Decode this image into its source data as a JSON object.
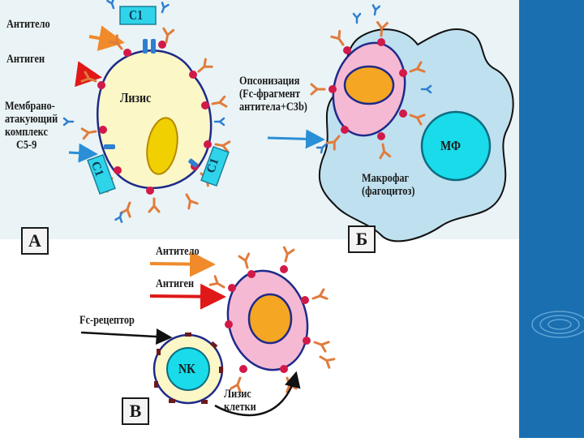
{
  "panel_a": {
    "letter": "А",
    "antibody_label": "Антитело",
    "antigen_label": "Антиген",
    "mac_label_lines": [
      "Мембрано-",
      "атакующий",
      "комплекс",
      "С5-9"
    ],
    "lysis_label": "Лизис",
    "c1_label": "C1"
  },
  "panel_b": {
    "letter": "Б",
    "opsonization_lines": [
      "Опсонизация",
      "(Fc-фрагмент",
      "антитела+С3b)"
    ],
    "macrophage_lines": [
      "Макрофаг",
      "(фагоцитоз)"
    ],
    "mf_label": "МФ"
  },
  "panel_c": {
    "letter": "В",
    "antibody_label": "Антитело",
    "antigen_label": "Антиген",
    "fc_receptor_label": "Fc-рецептор",
    "nk_label": "NK",
    "cell_lysis_lines": [
      "Лизис",
      "клетки"
    ]
  },
  "colors": {
    "background_band": "#eaf3f5",
    "right_panel": "#1a6fb0",
    "cell_a": "#fbf7c6",
    "cell_b": "#f5b9d3",
    "nucleus_orange": "#f5a623",
    "nucleus_yellow": "#f0d000",
    "macrophage": "#bfe0ef",
    "mf_circle": "#19dbea",
    "nk_outer": "#fbf7c6",
    "nk_inner": "#19dbea",
    "antibody": "#e07c3c",
    "antigen": "#d11a4a",
    "c1_box": "#2fd4ea"
  }
}
